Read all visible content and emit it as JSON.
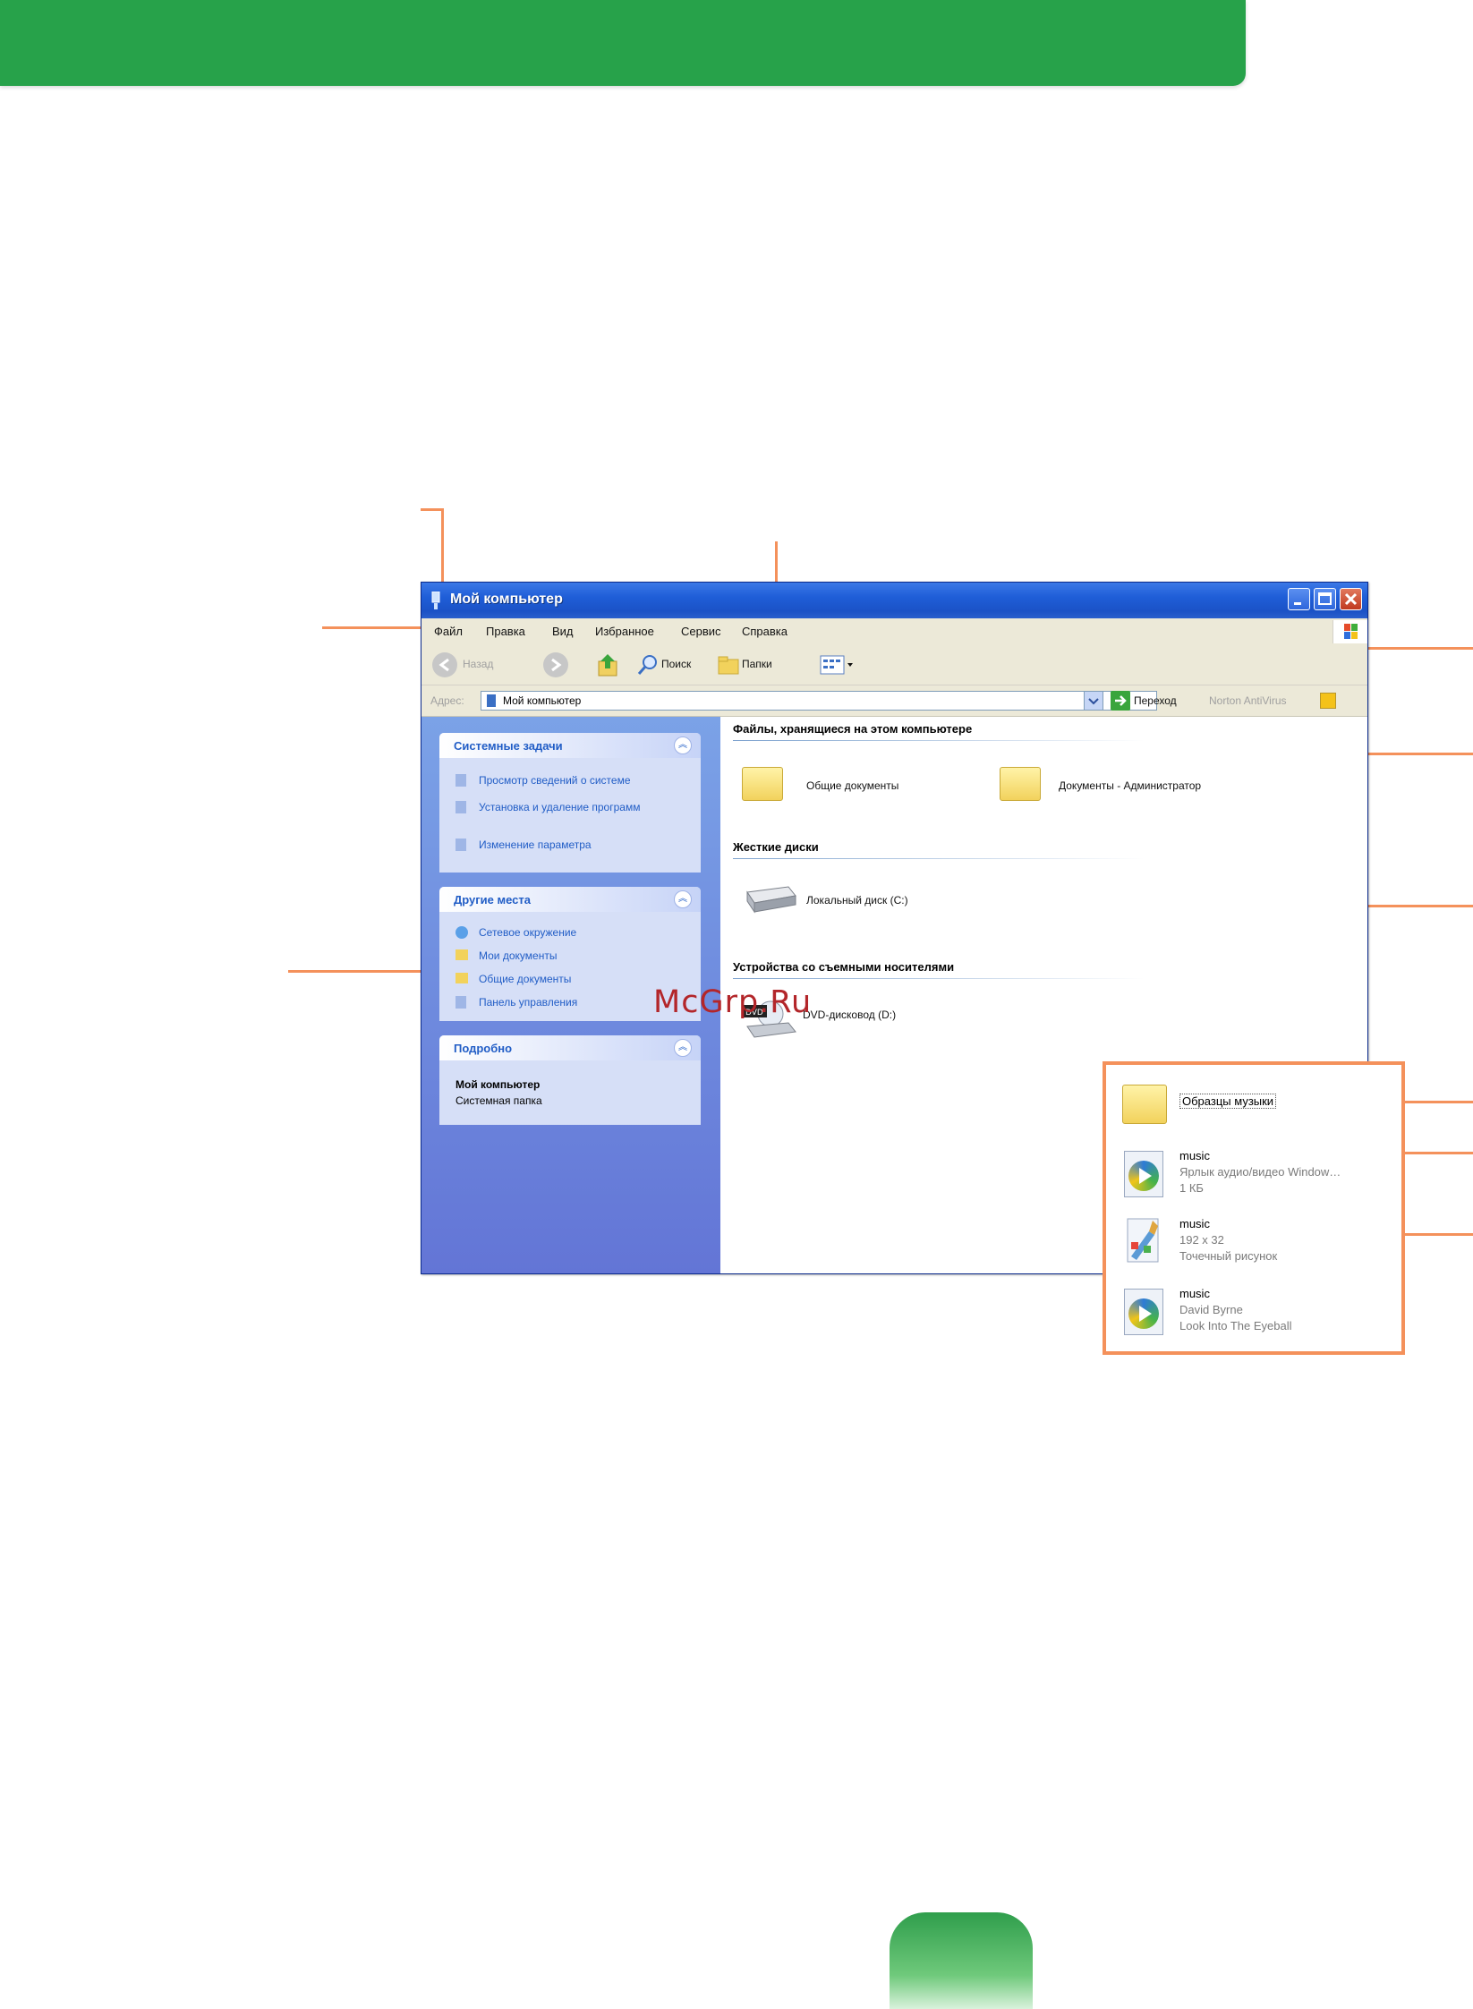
{
  "window": {
    "title": "Мой компьютер",
    "menu": [
      "Файл",
      "Правка",
      "Вид",
      "Избранное",
      "Сервис",
      "Справка"
    ],
    "toolbar": {
      "back_label": "Назад",
      "search_label": "Поиск",
      "folders_label": "Папки"
    },
    "address": {
      "label": "Адрес:",
      "value": "Мой компьютер",
      "go_label": "Переход",
      "norton_label": "Norton AntiVirus"
    },
    "panels": {
      "system_tasks": {
        "title": "Системные задачи",
        "links": [
          "Просмотр сведений о системе",
          "Установка и удаление программ",
          "Изменение параметра"
        ]
      },
      "other_places": {
        "title": "Другие места",
        "links": [
          "Сетевое окружение",
          "Мои документы",
          "Общие документы",
          "Панель управления"
        ]
      },
      "details": {
        "title": "Подробно",
        "name": "Мой компьютер",
        "type": "Системная папка"
      }
    },
    "groups": {
      "files": {
        "title": "Файлы, хранящиеся на этом компьютере",
        "items": [
          "Общие документы",
          "Документы - Администратор"
        ]
      },
      "hard_drives": {
        "title": "Жесткие диски",
        "items": [
          "Локальный диск (C:)"
        ]
      },
      "removable": {
        "title": "Устройства со съемными носителями",
        "items": [
          "DVD-дисковод (D:)"
        ]
      }
    }
  },
  "detail_box": {
    "folder": "Образцы музыки",
    "files": [
      {
        "name": "music",
        "line1": "Ярлык аудио/видео Window…",
        "line2": "1 КБ"
      },
      {
        "name": "music",
        "line1": "192 x 32",
        "line2": "Точечный рисунок"
      },
      {
        "name": "music",
        "line1": "David Byrne",
        "line2": "Look Into The Eyeball"
      }
    ]
  },
  "watermark": "McGrp.Ru",
  "colors": {
    "header_green": "#27a24a",
    "callout_orange": "#f4915b",
    "xp_blue": "#1f5ed8"
  }
}
